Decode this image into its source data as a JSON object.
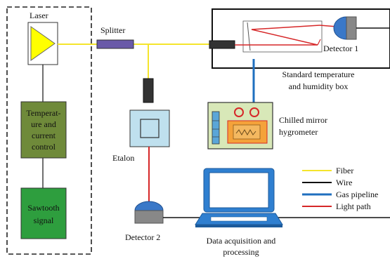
{
  "labels": {
    "laser": "Laser",
    "splitter": "Splitter",
    "detector1": "Detector 1",
    "box_line1": "Standard temperature",
    "box_line2": "and humidity box",
    "hygro_line1": "Chilled mirror",
    "hygro_line2": "hygrometer",
    "control_line1": "Temperat-",
    "control_line2": "ure and",
    "control_line3": "current",
    "control_line4": "control",
    "sawtooth_line1": "Sawtooth",
    "sawtooth_line2": "signal",
    "etalon": "Etalon",
    "detector2": "Detector 2",
    "daq_line1": "Data acquisition and",
    "daq_line2": "processing"
  },
  "legend": [
    {
      "label": "Fiber",
      "color": "#f5e52c"
    },
    {
      "label": "Wire",
      "color": "#111111"
    },
    {
      "label": "Gas pipeline",
      "color": "#1f6fbf"
    },
    {
      "label": "Light path",
      "color": "#d62728"
    }
  ],
  "colors": {
    "fiber": "#f5e52c",
    "wire": "#111111",
    "gas": "#1f6fbf",
    "light": "#d62728",
    "laser_fill": "#ffff00",
    "splitter_fill": "#6a5aa8",
    "control_fill": "#6f8a3a",
    "sawtooth_fill": "#2e9e3e",
    "etalon_fill": "#bfe0ee",
    "detector_dome": "#3a78c8",
    "detector_base": "#888888",
    "laptop": "#2f7fd0",
    "hygro_fill": "#d8e8b8"
  }
}
